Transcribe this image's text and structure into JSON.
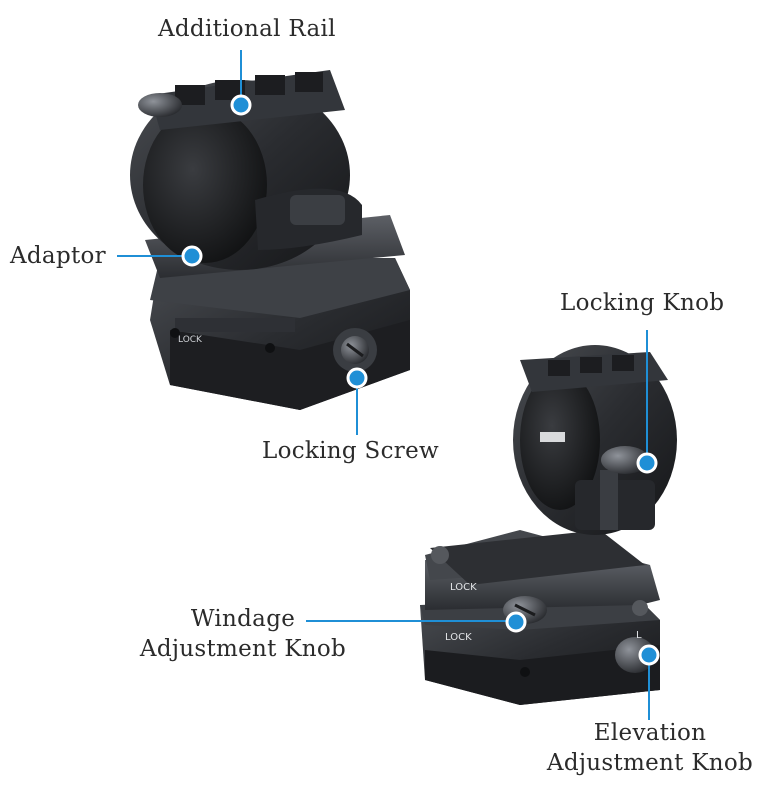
{
  "accent_color": "#1f8fd6",
  "labels": {
    "additional_rail": "Additional Rail",
    "adaptor": "Adaptor",
    "locking_screw": "Locking Screw",
    "locking_knob": "Locking Knob",
    "windage_line1": "Windage",
    "windage_line2": "Adjustment Knob",
    "elevation_line1": "Elevation",
    "elevation_line2": "Adjustment Knob"
  },
  "engravings": {
    "lock_top": "LOCK",
    "lock_mid": "LOCK",
    "lock_low": "LOCK",
    "letter_l": "L"
  }
}
